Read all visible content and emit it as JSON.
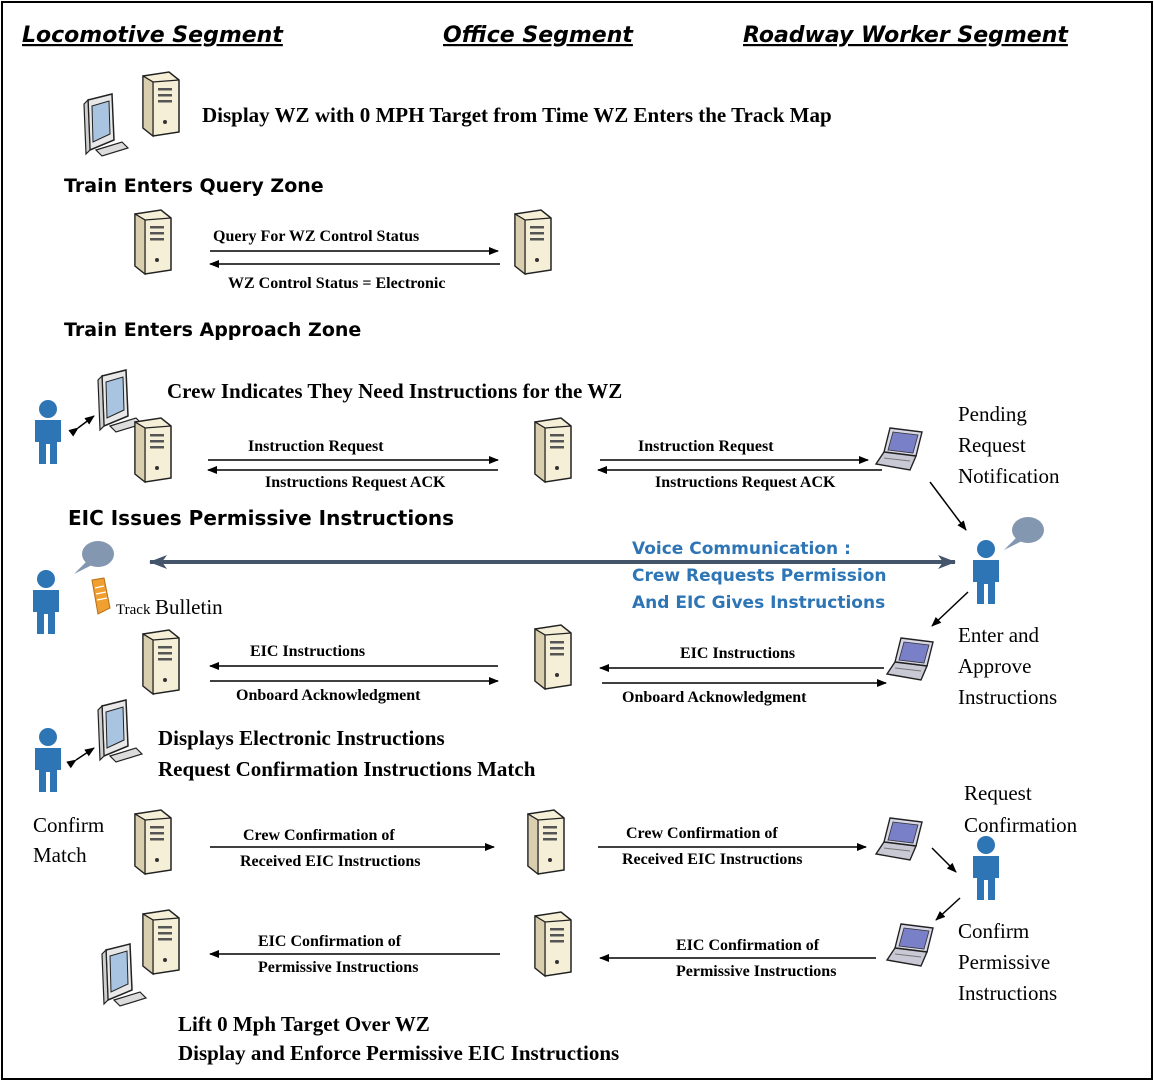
{
  "headers": {
    "locomotive": "Locomotive Segment",
    "office": "Office Segment",
    "roadway": "Roadway Worker Segment"
  },
  "steps": {
    "display_wz": "Display WZ with 0 MPH Target from Time WZ Enters the Track Map",
    "query_zone": "Train Enters Query Zone",
    "approach_zone": "Train Enters Approach Zone",
    "crew_indicates": "Crew Indicates They Need Instructions for the WZ",
    "eic_issues": "EIC Issues Permissive Instructions",
    "displays_1": "Displays Electronic Instructions",
    "displays_2": "Request Confirmation Instructions Match",
    "lift_1": "Lift 0 Mph Target Over WZ",
    "lift_2": "Display and Enforce Permissive EIC Instructions"
  },
  "messages": {
    "query_for": "Query For WZ Control Status",
    "control_status": "WZ Control Status = Electronic",
    "instr_req": "Instruction Request",
    "instr_ack": "Instructions Request ACK",
    "eic_instr": "EIC Instructions",
    "onboard_ack": "Onboard Acknowledgment",
    "crew_conf_1": "Crew Confirmation of",
    "crew_conf_2": "Received EIC Instructions",
    "eic_conf_1": "EIC Confirmation of",
    "eic_conf_2": "Permissive Instructions"
  },
  "voice": {
    "line1": "Voice Communication :",
    "line2": "Crew Requests Permission",
    "line3": "And EIC Gives Instructions"
  },
  "labels": {
    "pending_1": "Pending",
    "pending_2": "Request",
    "pending_3": "Notification",
    "track_small": "Track",
    "bulletin": "Bulletin",
    "enter_1": "Enter and",
    "enter_2": "Approve",
    "enter_3": "Instructions",
    "confirm_match_1": "Confirm",
    "confirm_match_2": "Match",
    "request_conf_1": "Request",
    "request_conf_2": "Confirmation",
    "confirm_perm_1": "Confirm",
    "confirm_perm_2": "Permissive",
    "confirm_perm_3": "Instructions"
  },
  "colors": {
    "person": "#2e75b6",
    "voice_arrow": "#44546a",
    "voice_text": "#2e75b6",
    "server_body": "#f5efd8",
    "bulletin": "#f0a030"
  },
  "icons": {
    "server": "server-icon",
    "monitor": "monitor-icon",
    "laptop": "laptop-icon",
    "person": "person-icon",
    "speech_bubble": "speech-bubble-icon",
    "track_bulletin": "scroll-icon"
  }
}
